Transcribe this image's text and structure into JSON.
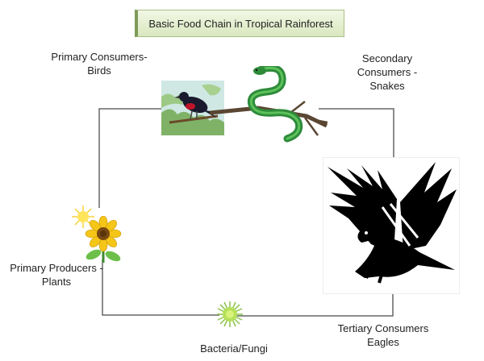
{
  "title": "Basic Food Chain in Tropical Rainforest",
  "nodes": {
    "birds": {
      "line1": "Primary Consumers-",
      "line2": "Birds"
    },
    "snakes": {
      "line1": "Secondary",
      "line2": "Consumers -",
      "line3": "Snakes"
    },
    "eagles": {
      "line1": "Tertiary Consumers",
      "line2": "Eagles"
    },
    "bacteria": {
      "line1": "Bacteria/Fungi"
    },
    "plants": {
      "line1": "Primary Producers -",
      "line2": "Plants"
    }
  },
  "colors": {
    "title_fill": "#dce9c4",
    "cycle_line": "#666666",
    "snake": "#2e8b3a",
    "eagle": "#000000",
    "sunflower": "#f0c419",
    "microbe": "#9acd32"
  },
  "icons": [
    "bird-icon",
    "snake-icon",
    "eagle-icon",
    "microbe-icon",
    "sunflower-icon",
    "sun-icon"
  ]
}
